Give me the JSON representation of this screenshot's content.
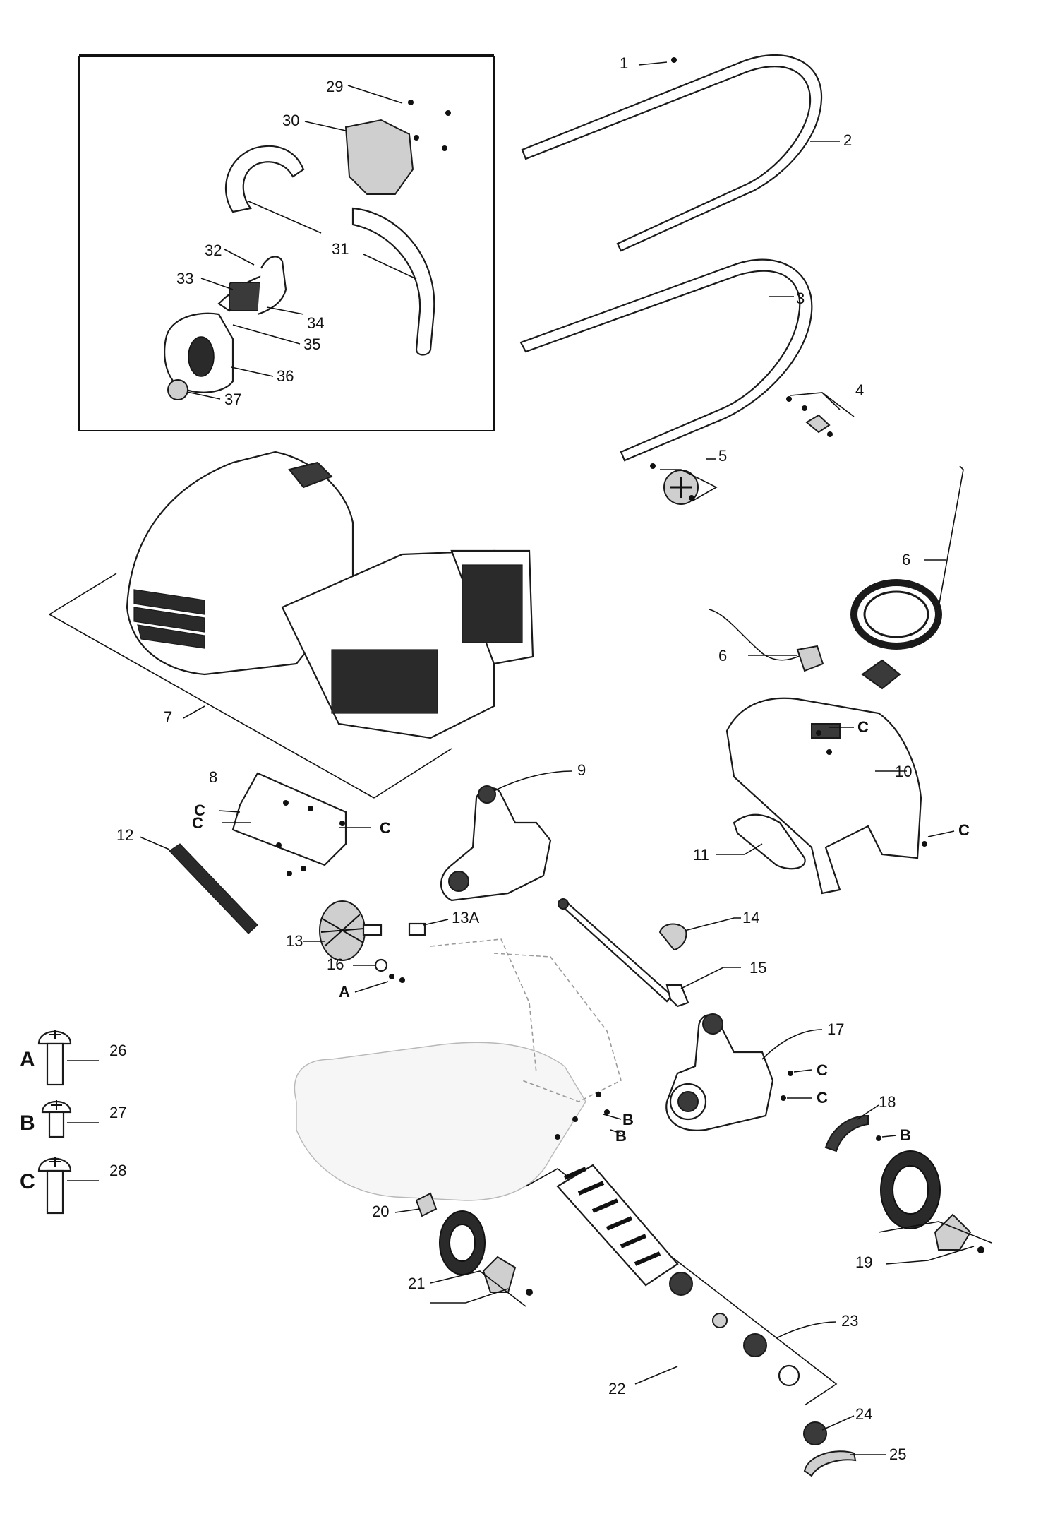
{
  "callouts": {
    "c1": "1",
    "c2": "2",
    "c3": "3",
    "c4": "4",
    "c5": "5",
    "c6a": "6",
    "c6b": "6",
    "c7": "7",
    "c8": "8",
    "c9": "9",
    "c10": "10",
    "c11": "11",
    "c12": "12",
    "c13": "13",
    "c13a": "13A",
    "c14": "14",
    "c15": "15",
    "c16": "16",
    "c17": "17",
    "c18": "18",
    "c19": "19",
    "c20": "20",
    "c21": "21",
    "c22": "22",
    "c23": "23",
    "c24": "24",
    "c25": "25",
    "c26": "26",
    "c27": "27",
    "c28": "28",
    "c29": "29",
    "c30": "30",
    "c31": "31",
    "c32": "32",
    "c33": "33",
    "c34": "34",
    "c35": "35",
    "c36": "36",
    "c37": "37"
  },
  "screw_refs": {
    "a": "A",
    "b": "B",
    "c": "C"
  }
}
